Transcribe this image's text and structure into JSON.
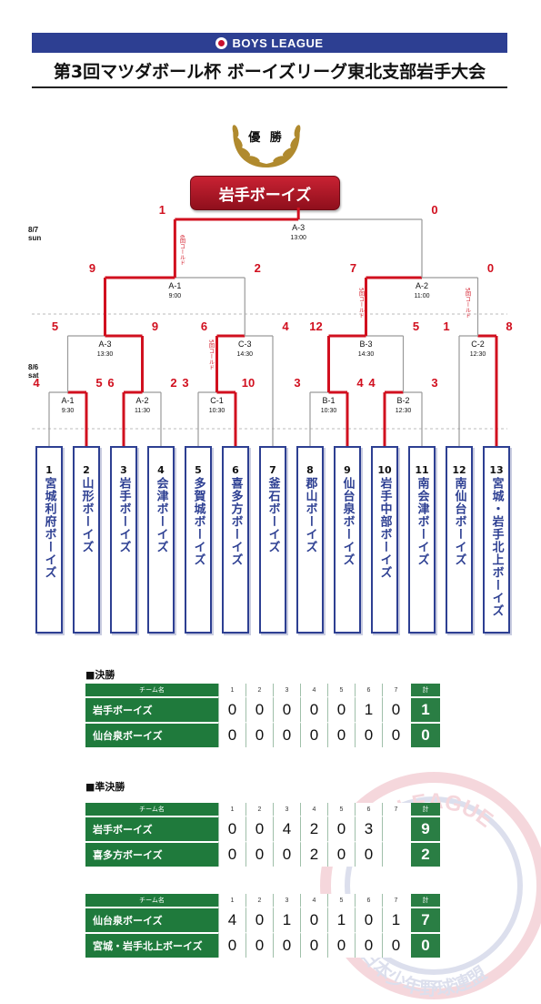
{
  "brand": {
    "label": "BOYS LEAGUE"
  },
  "title": "第3回マツダボール杯 ボーイズリーグ東北支部岩手大会",
  "champion": {
    "label": "優 勝",
    "team": "岩手ボーイズ"
  },
  "dates": {
    "day2": "8/7",
    "day2_dow": "sun",
    "day1": "8/6",
    "day1_dow": "sat"
  },
  "teams": [
    {
      "num": "1",
      "name": "宮城利府ボーイズ",
      "winner": false
    },
    {
      "num": "2",
      "name": "山形ボーイズ",
      "winner": false
    },
    {
      "num": "3",
      "name": "岩手ボーイズ",
      "winner": false
    },
    {
      "num": "4",
      "name": "会津ボーイズ",
      "winner": false
    },
    {
      "num": "5",
      "name": "多賀城ボーイズ",
      "winner": false
    },
    {
      "num": "6",
      "name": "喜多方ボーイズ",
      "winner": false
    },
    {
      "num": "7",
      "name": "釜石ボーイズ",
      "winner": false
    },
    {
      "num": "8",
      "name": "郡山ボーイズ",
      "winner": false
    },
    {
      "num": "9",
      "name": "仙台泉ボーイズ",
      "winner": false
    },
    {
      "num": "10",
      "name": "岩手中部ボーイズ",
      "winner": false
    },
    {
      "num": "11",
      "name": "南会津ボーイズ",
      "winner": false
    },
    {
      "num": "12",
      "name": "南仙台ボーイズ",
      "winner": false
    },
    {
      "num": "13",
      "name": "宮城・岩手北上ボーイズ",
      "winner": false
    }
  ],
  "games": [
    {
      "id": "A-1",
      "time": "9:30",
      "left_score": "4",
      "right_score": "5"
    },
    {
      "id": "A-2",
      "time": "11:30",
      "left_score": "6",
      "right_score": "2"
    },
    {
      "id": "C-1",
      "time": "10:30",
      "left_score": "3",
      "right_score": "10"
    },
    {
      "id": "B-1",
      "time": "10:30",
      "left_score": "3",
      "right_score": "4"
    },
    {
      "id": "B-2",
      "time": "12:30",
      "left_score": "4",
      "right_score": "3"
    },
    {
      "id": "A-3",
      "time": "13:30",
      "left_score": "5",
      "right_score": "9"
    },
    {
      "id": "C-3",
      "time": "14:30",
      "left_score": "6",
      "right_score": "4"
    },
    {
      "id": "B-3",
      "time": "14:30",
      "left_score": "12",
      "right_score": "5"
    },
    {
      "id": "C-2",
      "time": "12:30",
      "left_score": "1",
      "right_score": "8"
    },
    {
      "id": "A-1",
      "time": "9:00",
      "left_score": "9",
      "right_score": "2"
    },
    {
      "id": "A-2",
      "time": "11:00",
      "left_score": "7",
      "right_score": "0"
    },
    {
      "id": "A-3",
      "time": "13:00",
      "left_score": "1",
      "right_score": "0"
    }
  ],
  "notes": {
    "called": "5回コールド",
    "called6": "6回コールド"
  },
  "final": {
    "section_title": "■決勝",
    "header": {
      "team": "チーム名",
      "innings": [
        "1",
        "2",
        "3",
        "4",
        "5",
        "6",
        "7"
      ],
      "total": "計"
    },
    "rows": [
      {
        "team": "岩手ボーイズ",
        "innings": [
          "0",
          "0",
          "0",
          "0",
          "0",
          "1",
          "0"
        ],
        "total": "1"
      },
      {
        "team": "仙台泉ボーイズ",
        "innings": [
          "0",
          "0",
          "0",
          "0",
          "0",
          "0",
          "0"
        ],
        "total": "0"
      }
    ]
  },
  "semis": {
    "section_title": "■準決勝",
    "tables": [
      {
        "header": {
          "team": "チーム名",
          "innings": [
            "1",
            "2",
            "3",
            "4",
            "5",
            "6",
            "7"
          ],
          "total": "計"
        },
        "rows": [
          {
            "team": "岩手ボーイズ",
            "innings": [
              "0",
              "0",
              "4",
              "2",
              "0",
              "3",
              ""
            ],
            "total": "9"
          },
          {
            "team": "喜多方ボーイズ",
            "innings": [
              "0",
              "0",
              "0",
              "2",
              "0",
              "0",
              ""
            ],
            "total": "2"
          }
        ]
      },
      {
        "header": {
          "team": "チーム名",
          "innings": [
            "1",
            "2",
            "3",
            "4",
            "5",
            "6",
            "7"
          ],
          "total": "計"
        },
        "rows": [
          {
            "team": "仙台泉ボーイズ",
            "innings": [
              "4",
              "0",
              "1",
              "0",
              "1",
              "0",
              "1"
            ],
            "total": "7"
          },
          {
            "team": "宮城・岩手北上ボーイズ",
            "innings": [
              "0",
              "0",
              "0",
              "0",
              "0",
              "0",
              "0"
            ],
            "total": "0"
          }
        ]
      }
    ]
  },
  "watermark": {
    "top_text": "BOYS LEAGUE",
    "bottom_text": "(財)日本少年野球連盟"
  },
  "colors": {
    "accent_red": "#c8102e",
    "navy": "#2d3f92",
    "green": "#1f7a3c"
  }
}
